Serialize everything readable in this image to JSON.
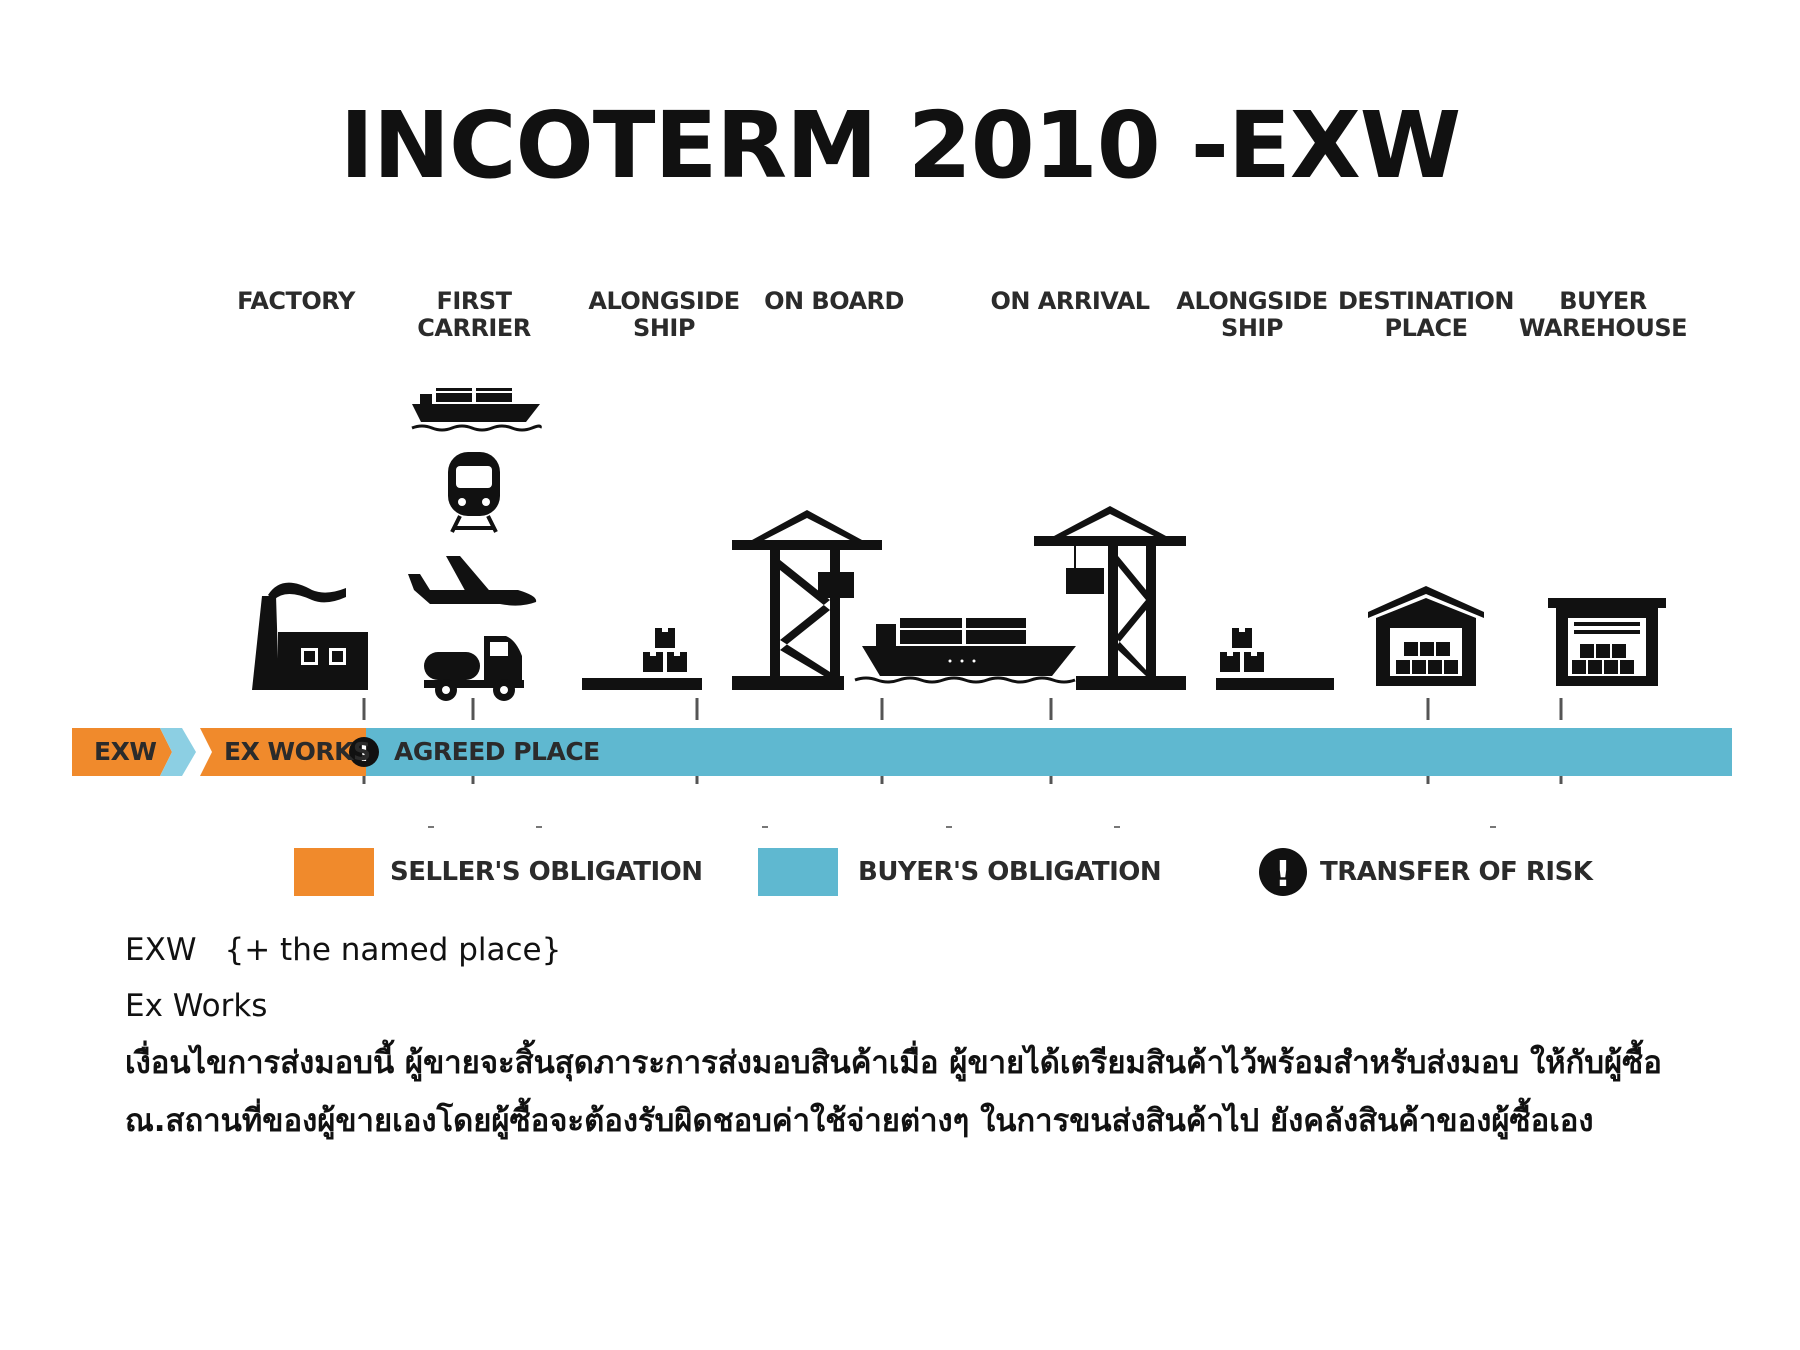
{
  "slide": {
    "title": "INCOTERM 2010 -EXW"
  },
  "stages": [
    {
      "id": "factory",
      "lines": [
        "FACTORY"
      ]
    },
    {
      "id": "first-carrier",
      "lines": [
        "FIRST",
        "CARRIER"
      ]
    },
    {
      "id": "alongside-ship-origin",
      "lines": [
        "ALONGSIDE",
        "SHIP"
      ]
    },
    {
      "id": "on-board",
      "lines": [
        "ON BOARD"
      ]
    },
    {
      "id": "on-arrival",
      "lines": [
        "ON ARRIVAL"
      ]
    },
    {
      "id": "alongside-ship-destination",
      "lines": [
        "ALONGSIDE",
        "SHIP"
      ]
    },
    {
      "id": "destination-place",
      "lines": [
        "DESTINATION",
        "PLACE"
      ]
    },
    {
      "id": "buyer-warehouse",
      "lines": [
        "BUYER",
        "WAREHOUSE"
      ]
    }
  ],
  "timeline": {
    "term_code": "EXW",
    "term_name": "EX WORKS",
    "risk_point_label": "AGREED PLACE",
    "risk_symbol": "!",
    "seller_color": "#F08A2C",
    "buyer_color": "#5FB8D0",
    "arrow_color": "#8CCFE3"
  },
  "legend": {
    "seller": "SELLER'S OBLIGATION",
    "buyer": "BUYER'S OBLIGATION",
    "risk": "TRANSFER OF RISK",
    "risk_symbol": "!"
  },
  "icons": [
    "factory-icon",
    "ship-icon",
    "train-icon",
    "airplane-icon",
    "truck-icon",
    "pallet-boxes-icon",
    "crane-icon",
    "cargo-ship-icon",
    "warehouse-icon"
  ],
  "description": {
    "code": "EXW",
    "named_place": "{+ the named place}",
    "full_name": "Ex Works",
    "thai_line1": "เงื่อนไขการส่งมอบนี้ ผู้ขายจะสิ้นสุดภาระการส่งมอบสินค้าเมื่อ ผู้ขายได้เตรียมสินค้าไว้พร้อมสำหรับส่งมอบ ให้กับผู้ซื้อ",
    "thai_line2": "ณ.สถานที่ของผู้ขายเองโดยผู้ซื้อจะต้องรับผิดชอบค่าใช้จ่ายต่างๆ ในการขนส่งสินค้าไป ยังคลังสินค้าของผู้ซื้อเอง"
  }
}
